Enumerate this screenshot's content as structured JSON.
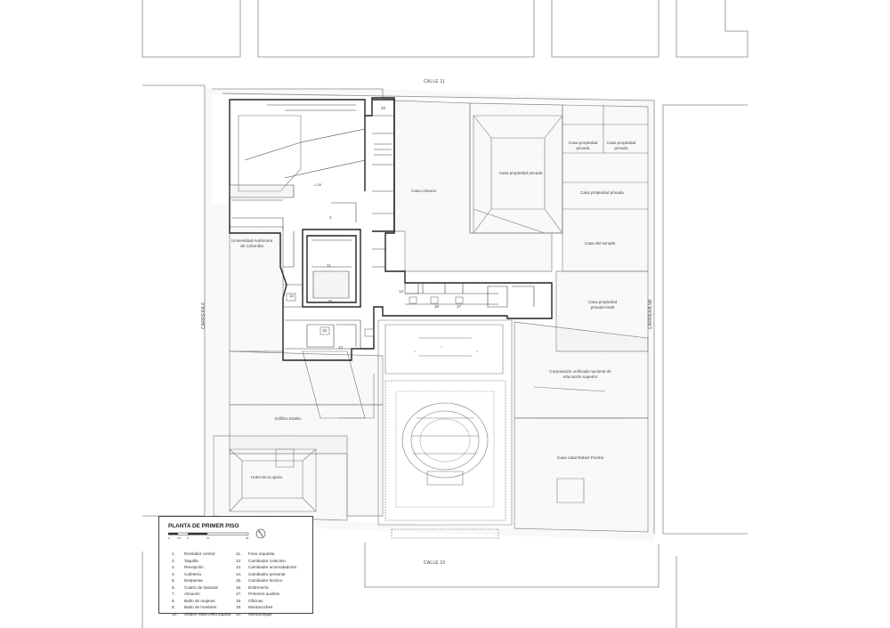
{
  "streets": {
    "north": "CALLE 11",
    "south": "CALLE 10",
    "west": "CARRERA 6",
    "east": "CARRERA 5B"
  },
  "buildings": [
    {
      "id": "casa-liévano",
      "label": "Casa Liévano"
    },
    {
      "id": "casa-propiedad-privada-1",
      "label": "Casa propiedad privada"
    },
    {
      "id": "casa-propiedad-privada-2",
      "label": "Casa propiedad privada"
    },
    {
      "id": "casa-propiedad-privada-3",
      "label": "Casa propiedad privada"
    },
    {
      "id": "casa-propiedad-privada-4",
      "label": "Casa propiedad privada"
    },
    {
      "id": "casa-del-senado",
      "label": "Casa del senado"
    },
    {
      "id": "casa-propiedad-privada-hotel",
      "label": "Casa propiedad privada-hotel"
    },
    {
      "id": "corporacion",
      "label": "Corporación unificada nacional de educación superior"
    },
    {
      "id": "casa-natal",
      "label": "Casa natal Rafael Pombo"
    },
    {
      "id": "universidad",
      "label": "Universidad Autónoma de Colombia"
    },
    {
      "id": "edificio-estela",
      "label": "Edificio Estela"
    },
    {
      "id": "hotel-opera",
      "label": "Hotel de la opera"
    }
  ],
  "legend": {
    "title": "PLANTA DE PRIMER PISO",
    "scale_ticks": [
      "0",
      "2.5",
      "5",
      "10",
      "20"
    ],
    "items": [
      {
        "num": "1.",
        "text": "Recibidor central"
      },
      {
        "num": "2.",
        "text": "Taquilla"
      },
      {
        "num": "3.",
        "text": "Recepción"
      },
      {
        "num": "4.",
        "text": "Cafetería"
      },
      {
        "num": "5.",
        "text": "Despensa"
      },
      {
        "num": "6.",
        "text": "Cuarto de basuras"
      },
      {
        "num": "7.",
        "text": "Almacén"
      },
      {
        "num": "8.",
        "text": "Baño de mujeres"
      },
      {
        "num": "9.",
        "text": "Baño de hombres"
      },
      {
        "num": "10.",
        "text": "Sótano Sala Delia Zapata"
      },
      {
        "num": "11.",
        "text": "Foso orquesta"
      },
      {
        "num": "12.",
        "text": "Cambiador colectivo"
      },
      {
        "num": "13.",
        "text": "Cambiador acomodadores"
      },
      {
        "num": "14.",
        "text": "Cambiador personal"
      },
      {
        "num": "15.",
        "text": "Cambiador técnico"
      },
      {
        "num": "16.",
        "text": "Enfermería"
      },
      {
        "num": "17.",
        "text": "Primeros auxilios"
      },
      {
        "num": "18.",
        "text": "Oficinas"
      },
      {
        "num": "19.",
        "text": "Montacoches"
      },
      {
        "num": "20.",
        "text": "Montacargas"
      }
    ]
  },
  "room_numbers": [
    "1",
    "11",
    "18",
    "14",
    "15",
    "13",
    "12",
    "16",
    "17",
    "20"
  ],
  "level_mark": "-1.00"
}
